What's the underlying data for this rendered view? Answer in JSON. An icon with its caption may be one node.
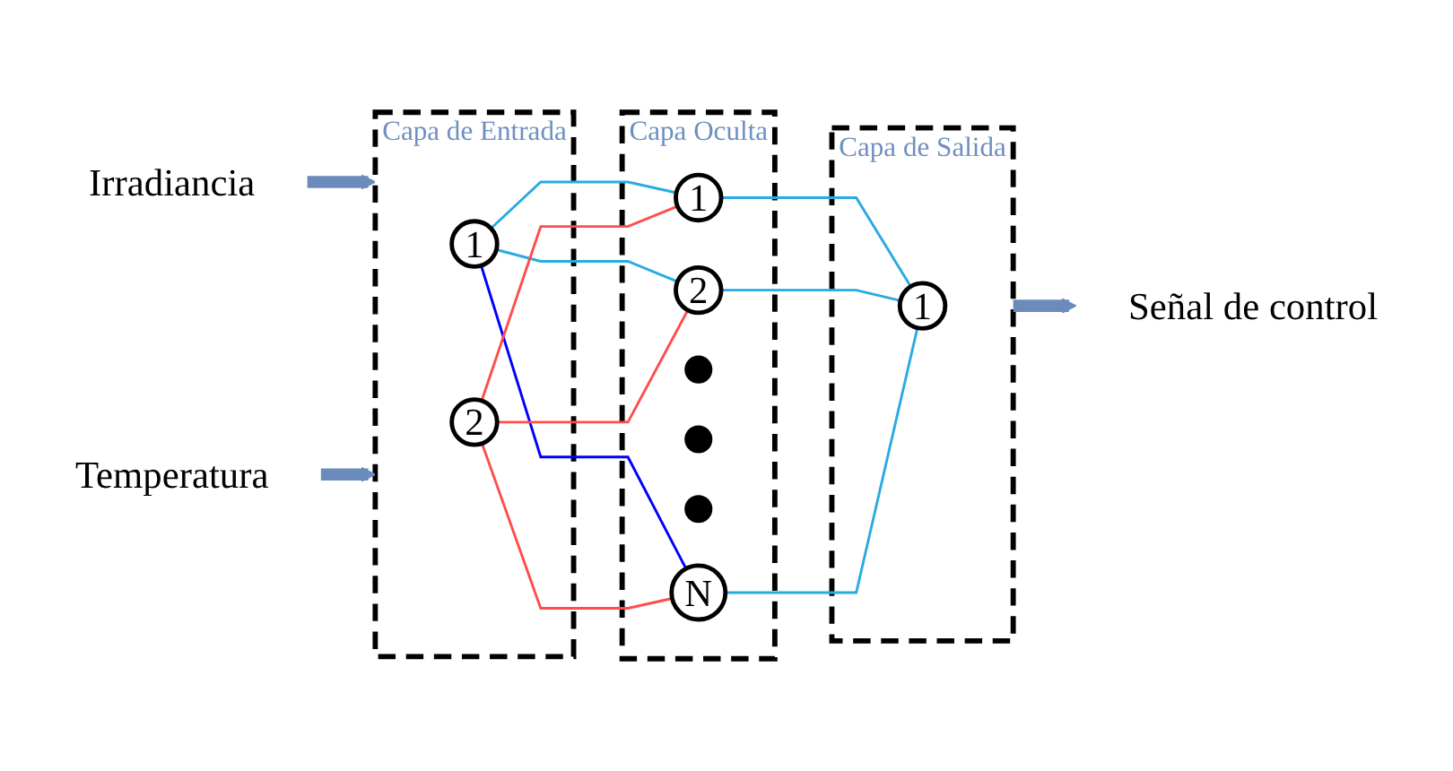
{
  "diagram": {
    "nodes": [
      {
        "text": [
          "Irradiancia"
        ]
      },
      {
        "text": [
          "Temperatura"
        ]
      },
      {
        "text": [
          "Capa de Entrada"
        ]
      },
      {
        "text": [
          "1"
        ],
        "in": 2
      },
      {
        "text": [
          "2"
        ],
        "in": 2
      },
      {
        "text": [
          "Capa Oculta"
        ]
      },
      {
        "text": [
          "1"
        ],
        "in": 5
      },
      {
        "text": [
          "2"
        ],
        "in": 5
      },
      {
        "text": [],
        "shape": "circle",
        "in": 5
      },
      {
        "text": [],
        "shape": "circle",
        "in": 5
      },
      {
        "text": [],
        "shape": "circle",
        "in": 5
      },
      {
        "text": [
          "N"
        ],
        "in": 5
      },
      {
        "text": [
          "Capa de Salida"
        ]
      },
      {
        "text": [
          "1"
        ],
        "in": 12
      },
      {
        "text": [
          "Señal de control"
        ]
      }
    ],
    "edges": [
      {
        "from": 0,
        "to": 2,
        "arrow": "to",
        "style": "thick",
        "color": "#6b8cba"
      },
      {
        "from": 1,
        "to": 2,
        "arrow": "to",
        "style": "thick",
        "color": "#6b8cba"
      },
      {
        "from": 3,
        "to": 6,
        "arrow": "none",
        "color": "#29abe2"
      },
      {
        "from": 3,
        "to": 7,
        "arrow": "none",
        "color": "#29abe2"
      },
      {
        "from": 3,
        "to": 11,
        "arrow": "none",
        "color": "#0000ff"
      },
      {
        "from": 4,
        "to": 6,
        "arrow": "none",
        "color": "#ff4d4d"
      },
      {
        "from": 4,
        "to": 7,
        "arrow": "none",
        "color": "#ff4d4d"
      },
      {
        "from": 4,
        "to": 11,
        "arrow": "none",
        "color": "#ff4d4d"
      },
      {
        "from": 6,
        "to": 13,
        "arrow": "none",
        "color": "#29abe2"
      },
      {
        "from": 7,
        "to": 13,
        "arrow": "none",
        "color": "#29abe2"
      },
      {
        "from": 11,
        "to": 13,
        "arrow": "none",
        "color": "#29abe2"
      },
      {
        "from": 12,
        "to": 14,
        "arrow": "to",
        "style": "thick",
        "color": "#6b8cba"
      }
    ]
  }
}
